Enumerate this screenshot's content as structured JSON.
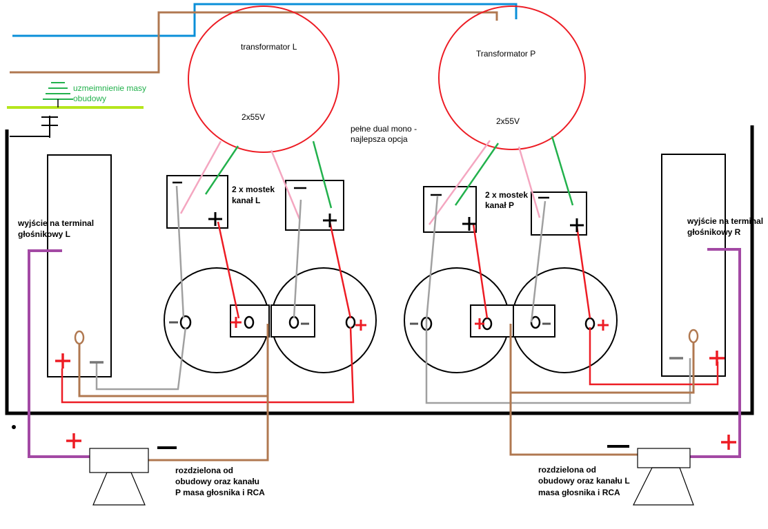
{
  "labels": {
    "transformer_l": "transformator   L",
    "transformer_p": "Transformator P",
    "voltage_l": "2x55V",
    "voltage_p": "2x55V",
    "dual_mono_line1": "pełne dual mono -",
    "dual_mono_line2": "najlepsza opcja",
    "ground_line1": "uzmeimnienie masy",
    "ground_line2": "obudowy",
    "bridge_l_line1": "2 x mostek",
    "bridge_l_line2": "kanał L",
    "bridge_p_line1": "2 x mostek",
    "bridge_p_line2": "kanał P",
    "output_l_line1": "wyjście na terminal",
    "output_l_line2": "głośnikowy L",
    "output_r_line1": "wyjście na terminal",
    "output_r_line2": "głośnikowy R",
    "note_left_line1": "rozdzielona od",
    "note_left_line2": "obudowy oraz kanału",
    "note_left_line3": "P masa głosnika i RCA",
    "note_right_line1": "rozdzielona od",
    "note_right_line2": "obudowy oraz kanału L",
    "note_right_line3": "masa głosnika i RCA"
  },
  "symbols": {
    "plus": "+",
    "minus": "−"
  },
  "colors": {
    "mains_blue": "#0a8fd8",
    "mains_brown": "#b07850",
    "ground_green": "#b5e61d",
    "label_green": "#22b14c",
    "wire_red": "#ed1c24",
    "wire_gray": "#a0a0a0",
    "wire_pink": "#f4a6c0",
    "wire_green": "#22b14c",
    "wire_purple": "#a349a4",
    "chassis": "#000000"
  }
}
